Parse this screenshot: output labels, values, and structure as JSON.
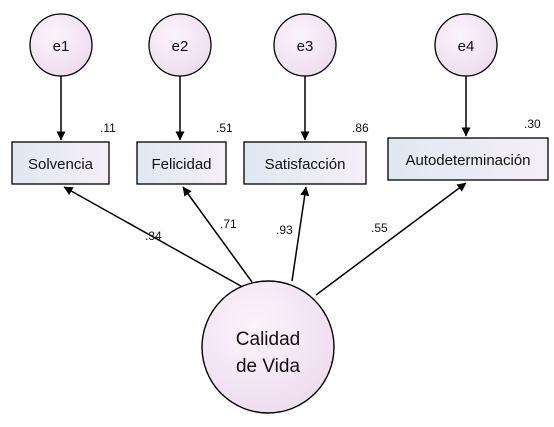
{
  "errors": [
    "e1",
    "e2",
    "e3",
    "e4"
  ],
  "indicators": [
    "Solvencia",
    "Felicidad",
    "Satisfacción",
    "Autodeterminación"
  ],
  "r_squared": [
    ".11",
    ".51",
    ".86",
    ".30"
  ],
  "loadings": [
    ".34",
    ".71",
    ".93",
    ".55"
  ],
  "latent": {
    "line1": "Calidad",
    "line2": "de Vida"
  },
  "colors": {
    "fill_top": "#f4e4f4",
    "fill_bottom": "#ffffff",
    "box_fill_left": "#ddeaf2",
    "box_fill_right": "#f6f0f6",
    "stroke": "#000000"
  }
}
